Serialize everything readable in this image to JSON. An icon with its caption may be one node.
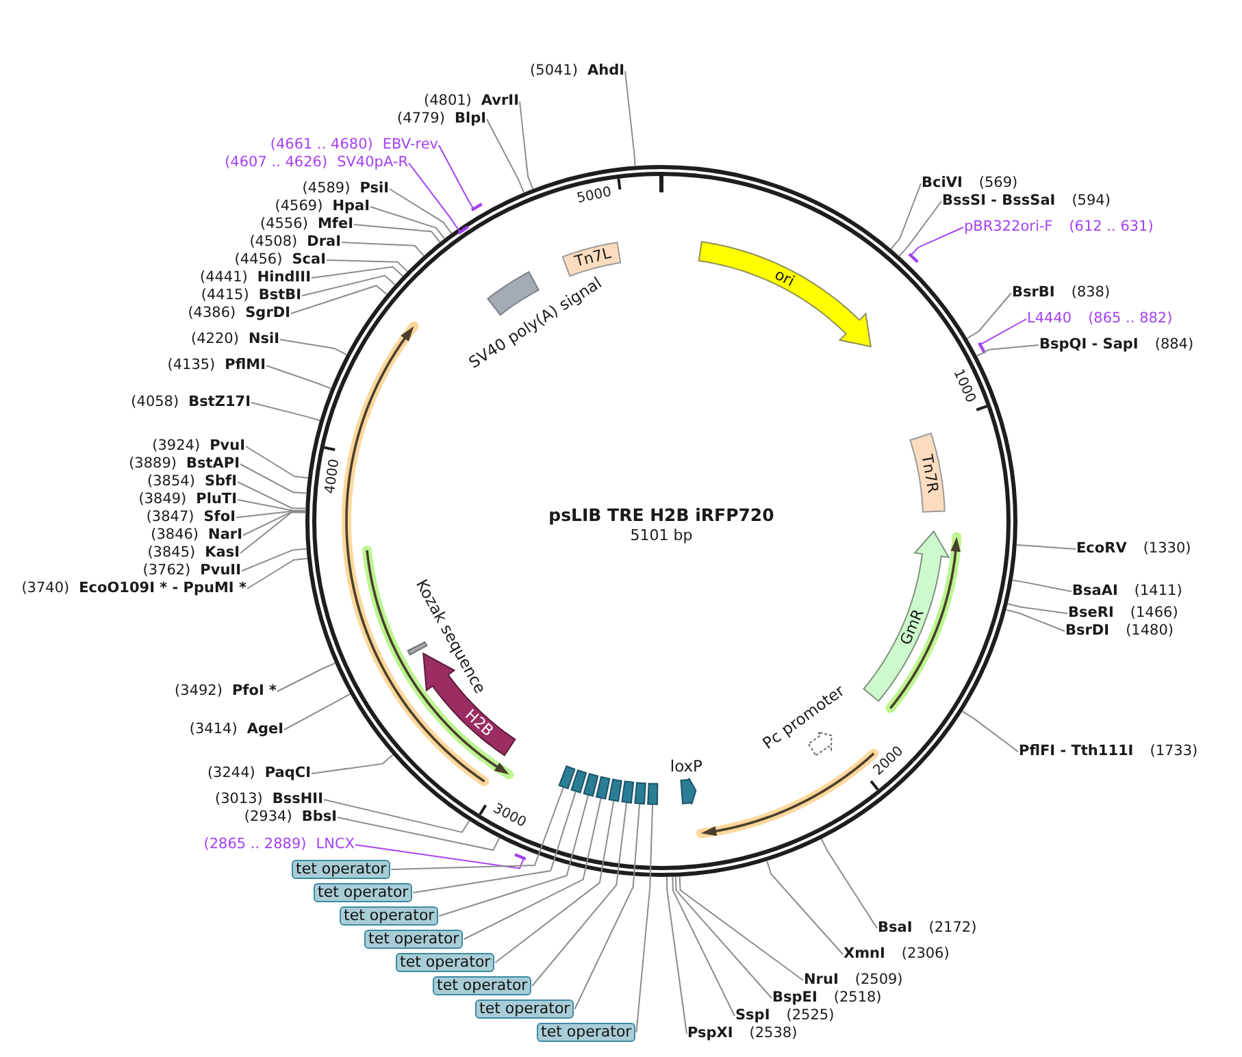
{
  "diagram": {
    "title": "psLIB TRE H2B iRFP720",
    "nodes": [
      {
        "text": [
          "(5041)",
          "AhdI"
        ]
      },
      {
        "text": [
          "(4801)",
          "AvrII"
        ]
      },
      {
        "text": [
          "(4779)",
          "BlpI"
        ]
      },
      {
        "text": [
          "(4661 .. 4680)",
          "EBV-rev"
        ]
      },
      {
        "text": [
          "(4607 .. 4626)",
          "SV40pA-R"
        ]
      },
      {
        "text": [
          "(4589)",
          "PsiI"
        ]
      },
      {
        "text": [
          "(4569)",
          "HpaI"
        ]
      },
      {
        "text": [
          "(4556)",
          "MfeI"
        ]
      },
      {
        "text": [
          "(4508)",
          "DraI"
        ]
      },
      {
        "text": [
          "(4456)",
          "ScaI"
        ]
      },
      {
        "text": [
          "(4441)",
          "HindIII"
        ]
      },
      {
        "text": [
          "(4415)",
          "BstBI"
        ]
      },
      {
        "text": [
          "(4386)",
          "SgrDI"
        ]
      },
      {
        "text": [
          "(4220)",
          "NsiI"
        ]
      },
      {
        "text": [
          "(4135)",
          "PflMI"
        ]
      },
      {
        "text": [
          "(4058)",
          "BstZ17I"
        ]
      },
      {
        "text": [
          "(3924)",
          "PvuI"
        ]
      },
      {
        "text": [
          "(3889)",
          "BstAPI"
        ]
      },
      {
        "text": [
          "(3854)",
          "SbfI"
        ]
      },
      {
        "text": [
          "(3849)",
          "PluTI"
        ]
      },
      {
        "text": [
          "(3847)",
          "SfoI"
        ]
      },
      {
        "text": [
          "(3846)",
          "NarI"
        ]
      },
      {
        "text": [
          "(3845)",
          "KasI"
        ]
      },
      {
        "text": [
          "(3762)",
          "PvuII"
        ]
      },
      {
        "text": [
          "(3740)",
          "EcoO109I * - PpuMI *"
        ]
      },
      {
        "text": [
          "(3492)",
          "PfoI *"
        ]
      },
      {
        "text": [
          "(3414)",
          "AgeI"
        ]
      },
      {
        "text": [
          "(3244)",
          "PaqCI"
        ]
      },
      {
        "text": [
          "(3013)",
          "BssHII"
        ]
      },
      {
        "text": [
          "(2934)",
          "BbsI"
        ]
      },
      {
        "text": [
          "(2865 .. 2889)",
          "LNCX"
        ]
      },
      {
        "text": [
          "tet operator"
        ]
      },
      {
        "text": [
          "tet operator"
        ]
      },
      {
        "text": [
          "tet operator"
        ]
      },
      {
        "text": [
          "tet operator"
        ]
      },
      {
        "text": [
          "tet operator"
        ]
      },
      {
        "text": [
          "tet operator"
        ]
      },
      {
        "text": [
          "tet operator"
        ]
      },
      {
        "text": [
          "tet operator"
        ]
      },
      {
        "text": [
          "BciVI",
          "(569)"
        ]
      },
      {
        "text": [
          "BssSI - BssSaI",
          "(594)"
        ]
      },
      {
        "text": [
          "pBR322ori-F",
          "(612 .. 631)"
        ]
      },
      {
        "text": [
          "BsrBI",
          "(838)"
        ]
      },
      {
        "text": [
          "L4440",
          "(865 .. 882)"
        ]
      },
      {
        "text": [
          "BspQI - SapI",
          "(884)"
        ]
      },
      {
        "text": [
          "EcoRV",
          "(1330)"
        ]
      },
      {
        "text": [
          "BsaAI",
          "(1411)"
        ]
      },
      {
        "text": [
          "BseRI",
          "(1466)"
        ]
      },
      {
        "text": [
          "BsrDI",
          "(1480)"
        ]
      },
      {
        "text": [
          "PflFI - Tth111I",
          "(1733)"
        ]
      },
      {
        "text": [
          "BsaI",
          "(2172)"
        ]
      },
      {
        "text": [
          "XmnI",
          "(2306)"
        ]
      },
      {
        "text": [
          "NruI",
          "(2509)"
        ]
      },
      {
        "text": [
          "BspEI",
          "(2518)"
        ]
      },
      {
        "text": [
          "SspI",
          "(2525)"
        ]
      },
      {
        "text": [
          "PspXI",
          "(2538)"
        ]
      },
      {
        "text": [
          "Tn7L"
        ]
      },
      {
        "text": [],
        "shape": "box",
        "beside": [
          "SV40 poly(A) signal"
        ]
      },
      {
        "text": [
          "ori"
        ]
      },
      {
        "text": [
          "Tn7R"
        ]
      },
      {
        "text": [
          "GmR"
        ]
      },
      {
        "text": [],
        "shape": "bar",
        "beside": [
          "Kozak sequence"
        ]
      },
      {
        "text": [
          "H2B"
        ]
      },
      {
        "text": [],
        "shape": "arrow",
        "beside": [
          "Pc promoter"
        ]
      },
      {
        "text": [],
        "shape": "box"
      },
      {
        "text": [],
        "shape": "box"
      },
      {
        "text": [],
        "shape": "box"
      },
      {
        "text": [],
        "shape": "box"
      },
      {
        "text": [],
        "shape": "box"
      },
      {
        "text": [],
        "shape": "box"
      },
      {
        "text": [],
        "shape": "box"
      },
      {
        "text": [],
        "shape": "box"
      },
      {
        "text": [],
        "shape": "arrow",
        "beside": [
          "loxP"
        ]
      }
    ],
    "edges": [
      {
        "from": 0,
        "to": null,
        "arrow": "none"
      },
      {
        "from": 1,
        "to": null,
        "arrow": "none"
      },
      {
        "from": 2,
        "to": null,
        "arrow": "none"
      },
      {
        "from": 3,
        "to": null,
        "arrow": "other",
        "color": "#a541f2"
      },
      {
        "from": 4,
        "to": null,
        "arrow": "other",
        "color": "#a541f2"
      },
      {
        "from": 5,
        "to": null,
        "arrow": "none"
      },
      {
        "from": 6,
        "to": null,
        "arrow": "none"
      },
      {
        "from": 7,
        "to": null,
        "arrow": "none"
      },
      {
        "from": 8,
        "to": null,
        "arrow": "none"
      },
      {
        "from": 9,
        "to": null,
        "arrow": "none"
      },
      {
        "from": 10,
        "to": null,
        "arrow": "none"
      },
      {
        "from": 11,
        "to": null,
        "arrow": "none"
      },
      {
        "from": 12,
        "to": null,
        "arrow": "none"
      },
      {
        "from": 13,
        "to": null,
        "arrow": "none"
      },
      {
        "from": 14,
        "to": null,
        "arrow": "none"
      },
      {
        "from": 15,
        "to": null,
        "arrow": "none"
      },
      {
        "from": 16,
        "to": null,
        "arrow": "none"
      },
      {
        "from": 17,
        "to": null,
        "arrow": "none"
      },
      {
        "from": 18,
        "to": null,
        "arrow": "none"
      },
      {
        "from": 19,
        "to": null,
        "arrow": "none"
      },
      {
        "from": 20,
        "to": null,
        "arrow": "none"
      },
      {
        "from": 21,
        "to": null,
        "arrow": "none"
      },
      {
        "from": 22,
        "to": null,
        "arrow": "none"
      },
      {
        "from": 23,
        "to": null,
        "arrow": "none"
      },
      {
        "from": 24,
        "to": null,
        "arrow": "none"
      },
      {
        "from": 25,
        "to": null,
        "arrow": "none"
      },
      {
        "from": 26,
        "to": null,
        "arrow": "none"
      },
      {
        "from": 27,
        "to": null,
        "arrow": "none"
      },
      {
        "from": 28,
        "to": null,
        "arrow": "none"
      },
      {
        "from": 29,
        "to": null,
        "arrow": "none"
      },
      {
        "from": 30,
        "to": null,
        "arrow": "other",
        "color": "#a541f2"
      },
      {
        "from": 31,
        "to": 64,
        "arrow": "none"
      },
      {
        "from": 32,
        "to": 65,
        "arrow": "none"
      },
      {
        "from": 33,
        "to": 66,
        "arrow": "none"
      },
      {
        "from": 34,
        "to": 67,
        "arrow": "none"
      },
      {
        "from": 35,
        "to": 68,
        "arrow": "none"
      },
      {
        "from": 36,
        "to": 69,
        "arrow": "none"
      },
      {
        "from": 37,
        "to": 70,
        "arrow": "none"
      },
      {
        "from": 38,
        "to": 71,
        "arrow": "none"
      },
      {
        "from": 39,
        "to": null,
        "arrow": "none"
      },
      {
        "from": 40,
        "to": null,
        "arrow": "none"
      },
      {
        "from": 41,
        "to": null,
        "arrow": "other",
        "color": "#a541f2"
      },
      {
        "from": 42,
        "to": null,
        "arrow": "none"
      },
      {
        "from": 43,
        "to": null,
        "arrow": "other",
        "color": "#a541f2"
      },
      {
        "from": 44,
        "to": null,
        "arrow": "none"
      },
      {
        "from": 45,
        "to": null,
        "arrow": "none"
      },
      {
        "from": 46,
        "to": null,
        "arrow": "none"
      },
      {
        "from": 47,
        "to": null,
        "arrow": "none"
      },
      {
        "from": 48,
        "to": null,
        "arrow": "none"
      },
      {
        "from": 49,
        "to": null,
        "arrow": "none"
      },
      {
        "from": 50,
        "to": null,
        "arrow": "none"
      },
      {
        "from": 51,
        "to": null,
        "arrow": "none"
      },
      {
        "from": 52,
        "to": null,
        "arrow": "none"
      },
      {
        "from": 53,
        "to": null,
        "arrow": "none"
      },
      {
        "from": 54,
        "to": null,
        "arrow": "none"
      },
      {
        "from": 55,
        "to": null,
        "arrow": "none"
      }
    ],
    "labels": [
      "5000",
      "1000",
      "4000",
      "5101 bp",
      "2000",
      "3000"
    ]
  }
}
